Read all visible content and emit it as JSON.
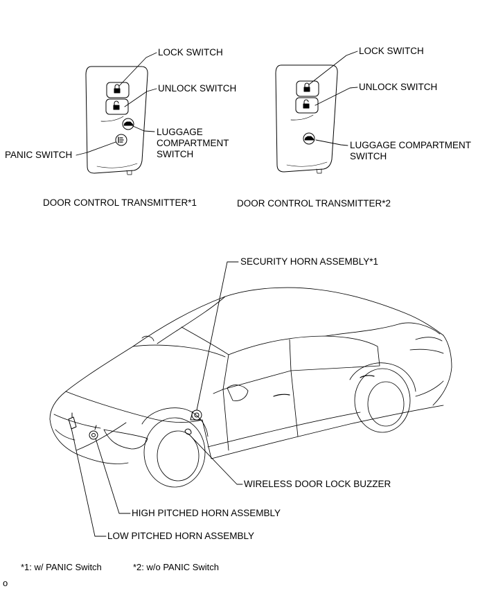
{
  "transmitter1": {
    "caption": "DOOR CONTROL TRANSMITTER*1",
    "lock_label": "LOCK SWITCH",
    "unlock_label": "UNLOCK SWITCH",
    "luggage_label_lines": [
      "LUGGAGE",
      "COMPARTMENT",
      "SWITCH"
    ],
    "panic_label": "PANIC SWITCH"
  },
  "transmitter2": {
    "caption": "DOOR CONTROL TRANSMITTER*2",
    "lock_label": "LOCK SWITCH",
    "unlock_label": "UNLOCK SWITCH",
    "luggage_label_lines": [
      "LUGGAGE COMPARTMENT",
      "SWITCH"
    ]
  },
  "vehicle": {
    "security_horn_label": "SECURITY HORN ASSEMBLY*1",
    "buzzer_label": "WIRELESS DOOR LOCK BUZZER",
    "high_horn_label": "HIGH PITCHED HORN ASSEMBLY",
    "low_horn_label": "LOW PITCHED HORN ASSEMBLY"
  },
  "footnotes": {
    "note1": "*1: w/ PANIC Switch",
    "note2": "*2: w/o PANIC Switch"
  },
  "corner_mark": "o"
}
